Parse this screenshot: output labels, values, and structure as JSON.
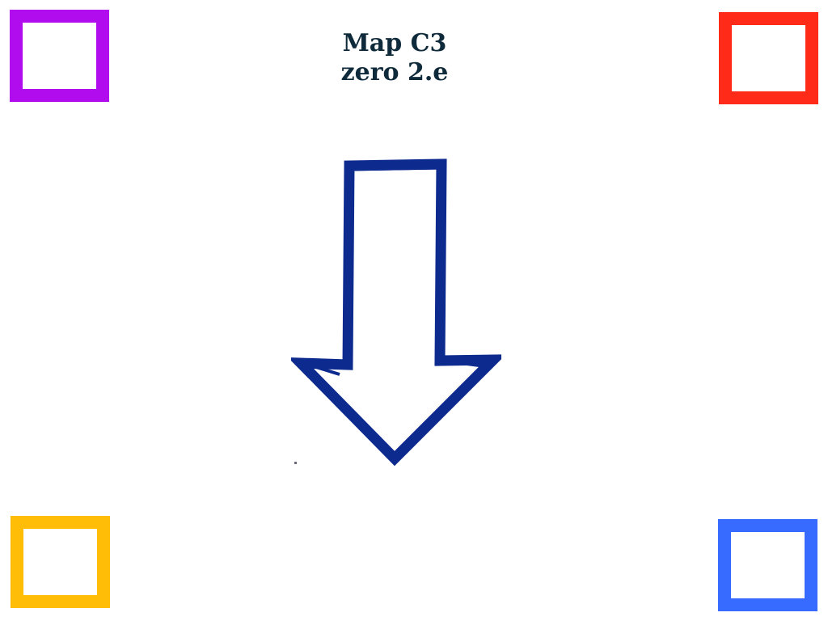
{
  "title": {
    "line1": "Map C3",
    "line2": "zero 2.e"
  },
  "colors": {
    "top_left_box": "#b00ced",
    "top_right_box": "#ff2a17",
    "bottom_left_box": "#ffbd08",
    "bottom_right_box": "#376bff",
    "arrow_stroke": "#0d2a8f",
    "title_text": "#0f2a3a"
  },
  "arrow": {
    "direction": "down",
    "icon": "down-arrow-icon"
  }
}
